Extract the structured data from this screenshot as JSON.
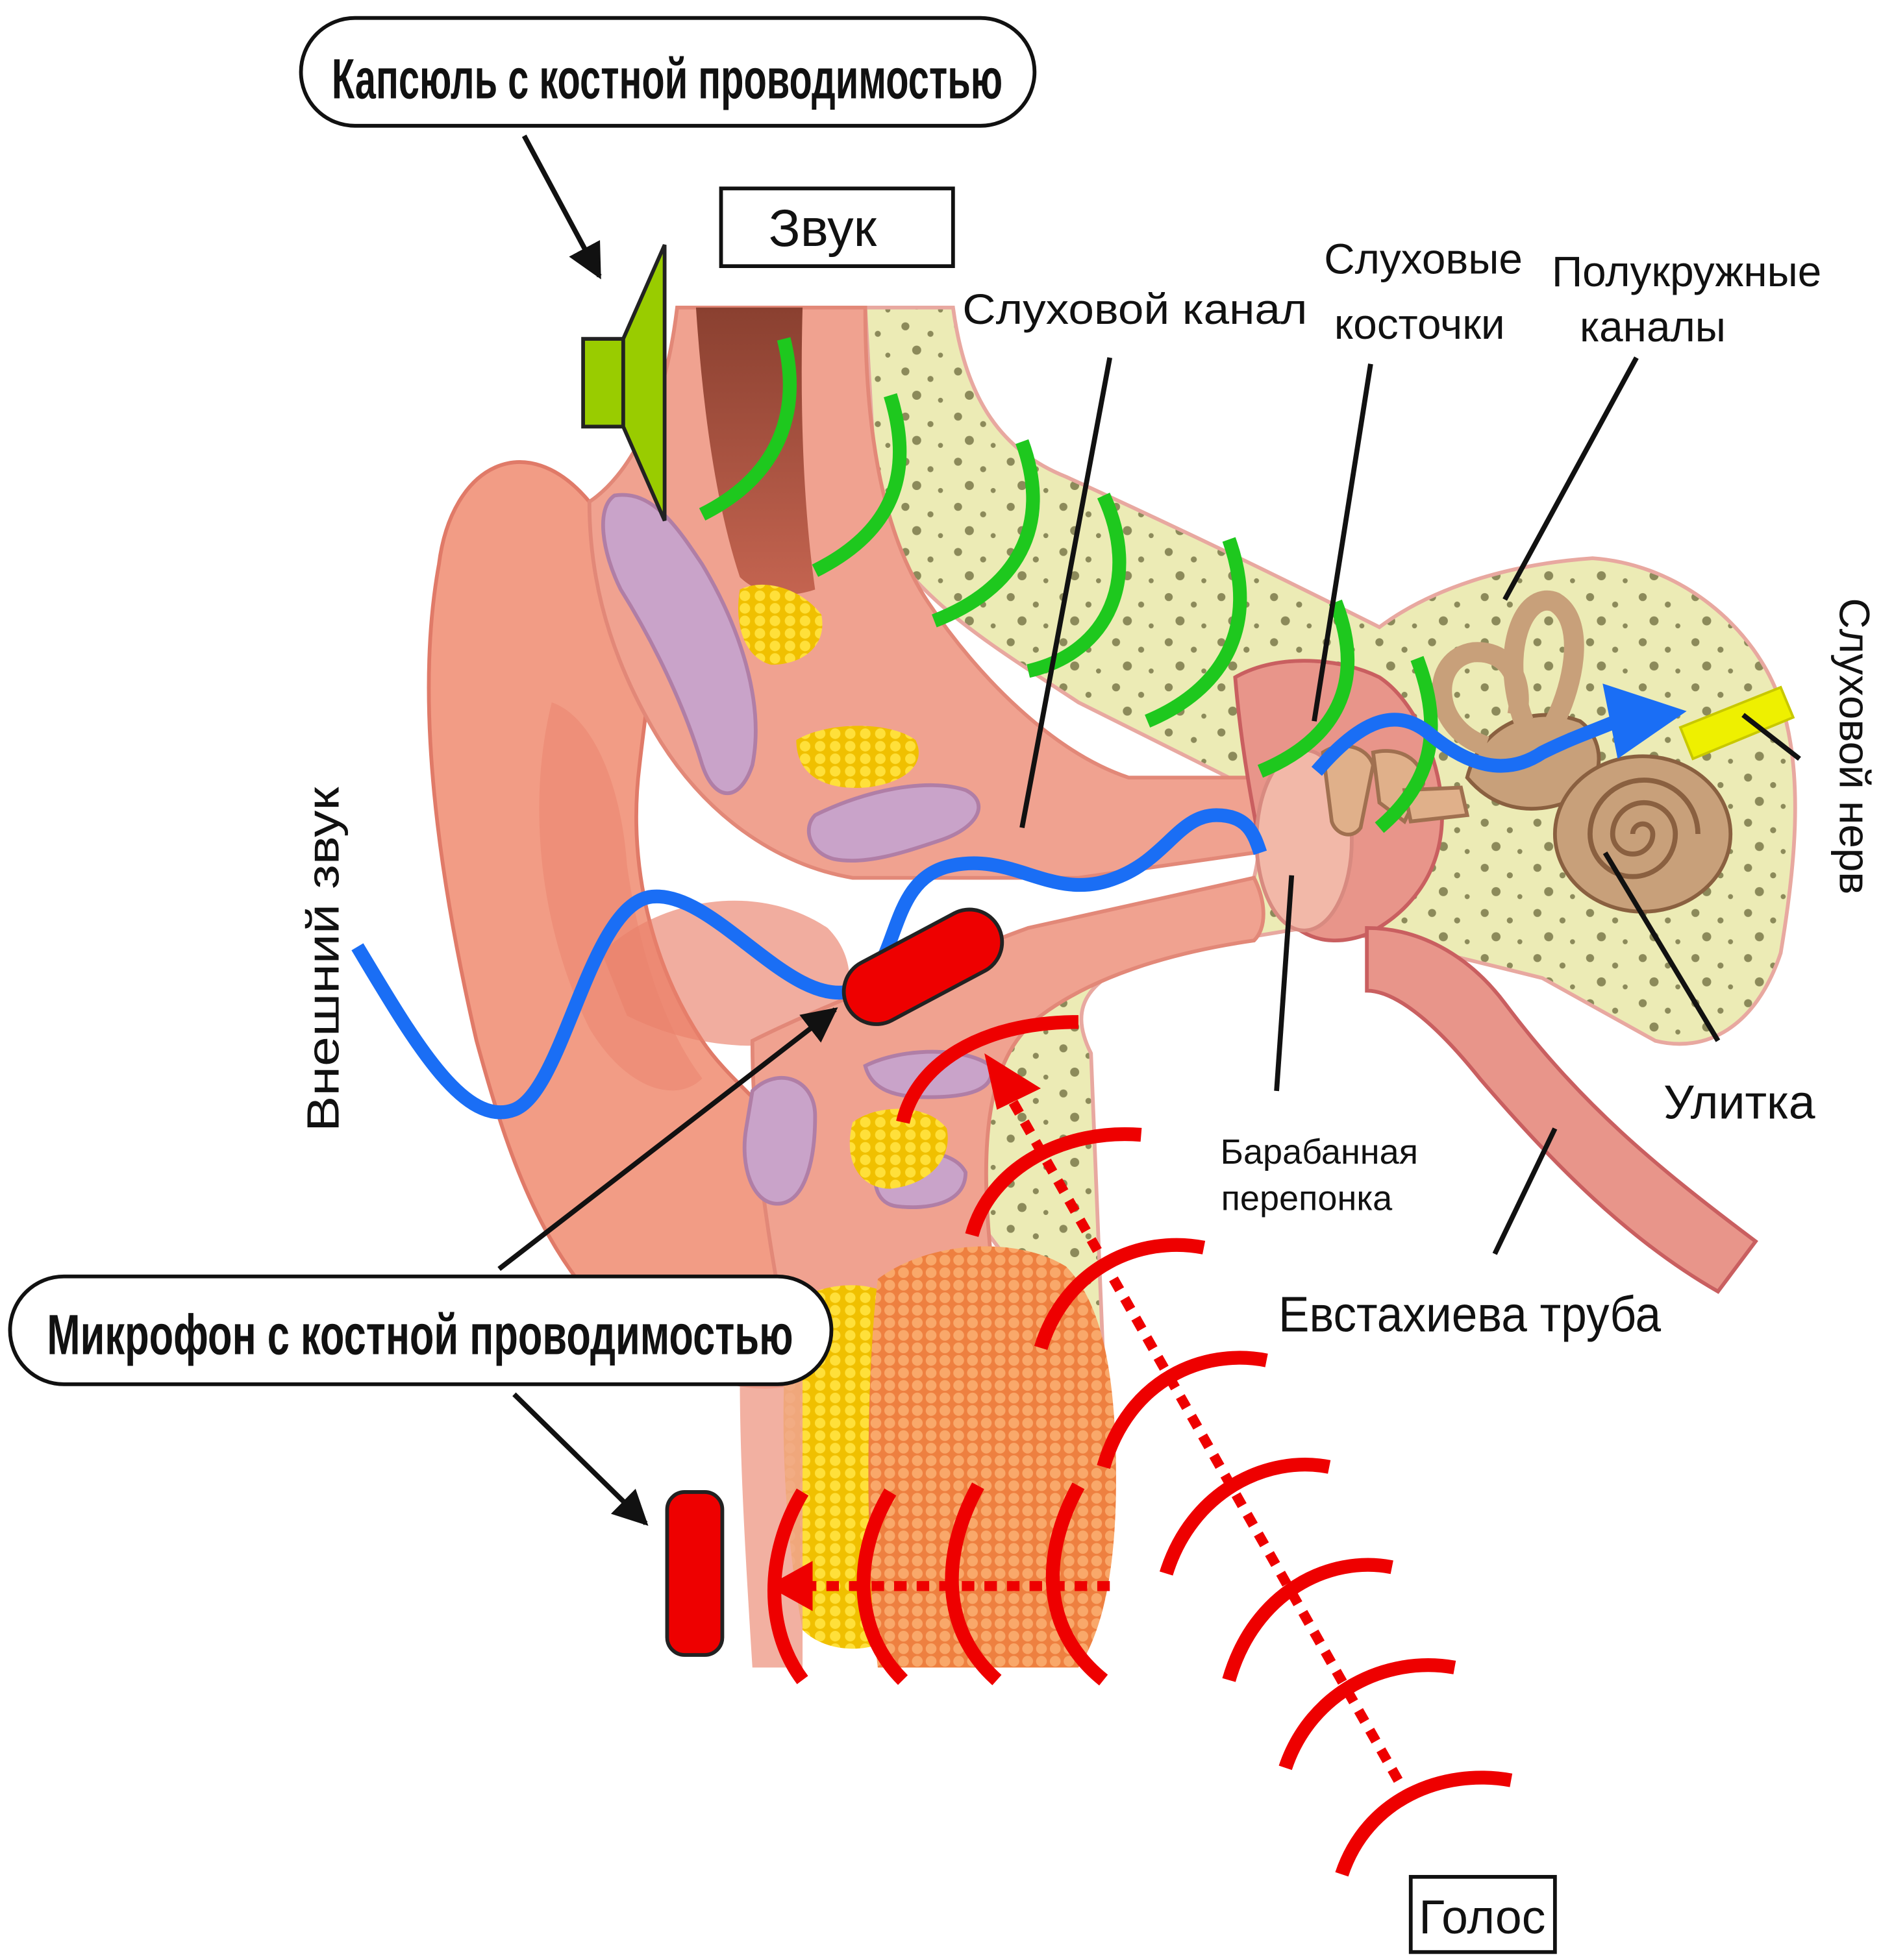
{
  "labels": {
    "speaker_capsule": "Капсюль с костной проводимостью",
    "sound": "Звук",
    "ear_canal": "Слуховой канал",
    "ossicles_line1": "Слуховые",
    "ossicles_line2": "косточки",
    "semicircular_line1": "Полукружные",
    "semicircular_line2": "каналы",
    "auditory_nerve": "Слуховой нерв",
    "external_sound": "Внешний звук",
    "cochlea": "Улитка",
    "eardrum_line1": "Барабанная",
    "eardrum_line2": "перепонка",
    "eustachian_tube": "Евстахиева труба",
    "bone_mic": "Микрофон с костной проводимостью",
    "voice": "Голос"
  },
  "colors": {
    "speaker_green": "#99cc00",
    "wave_green": "#1ec81e",
    "wave_blue": "#1a6ef5",
    "wave_red": "#ee0000",
    "mic_red": "#ee0000",
    "skin": "#ee9480",
    "bone": "#ecebb5",
    "cartilage": "#c9a3c9",
    "fat": "#f5d000",
    "tissue_orange": "#f5955a",
    "cochlea_tan": "#c8a07a"
  }
}
